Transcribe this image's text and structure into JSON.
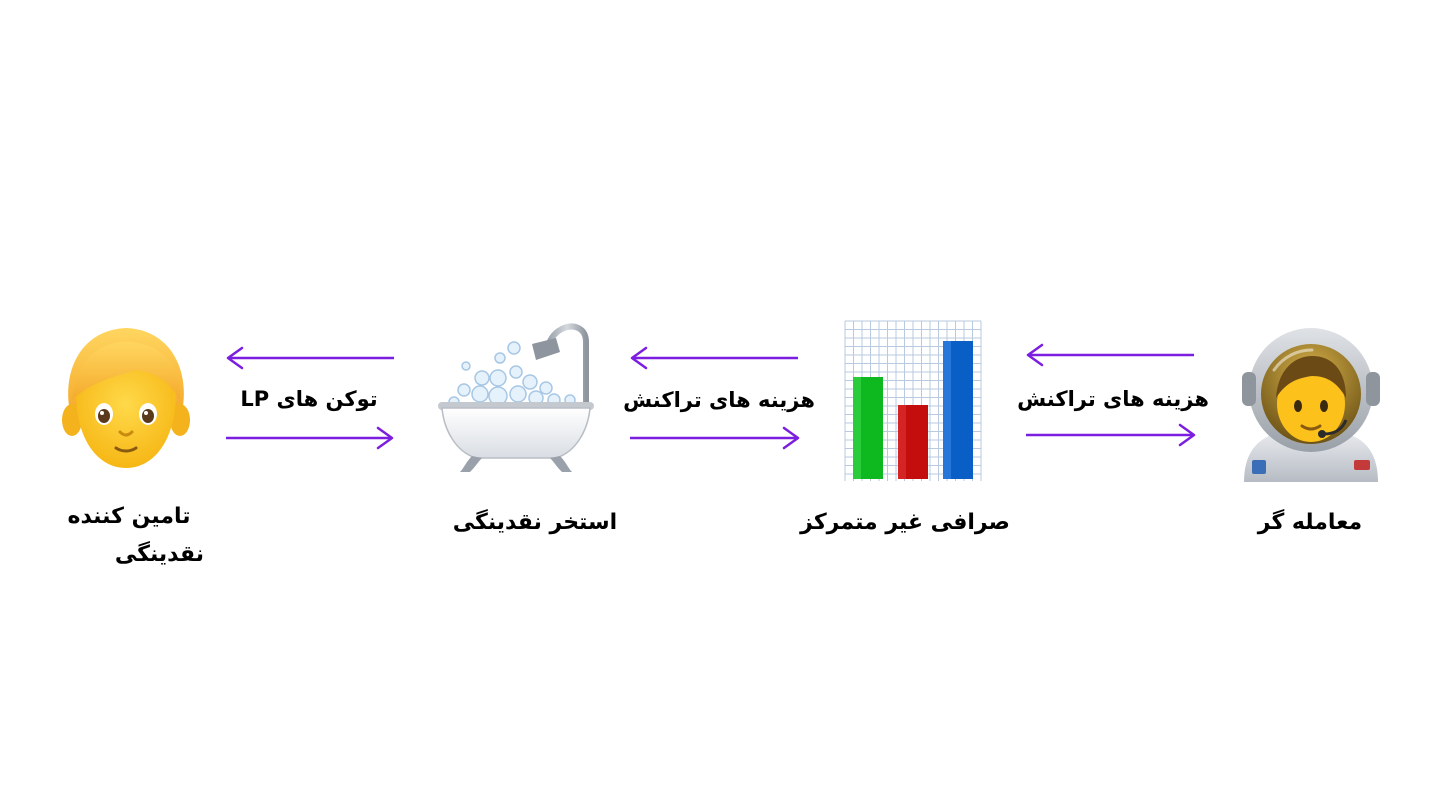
{
  "diagram": {
    "nodes": {
      "liquidity_provider": {
        "label_line1": "تامین کننده",
        "label_line2": "نقدینگی",
        "icon": "person-blond-icon"
      },
      "liquidity_pool": {
        "label": "استخر نقدینگی",
        "icon": "bathtub-icon"
      },
      "dex": {
        "label": "صرافی غیر متمرکز",
        "icon": "bar-chart-icon"
      },
      "trader": {
        "label": "معامله گر",
        "icon": "astronaut-icon"
      }
    },
    "edges": {
      "lp_tokens": {
        "label": "توکن های LP"
      },
      "fees_pool_dex": {
        "label": "هزینه های تراکنش"
      },
      "fees_dex_trader": {
        "label": "هزینه های تراکنش"
      }
    },
    "colors": {
      "arrow": "#7b1ee0",
      "skin": "#fcc21b",
      "hair": "#fdbd3a",
      "bar_green": "#0db91e",
      "bar_red": "#c40d0d",
      "bar_blue": "#0a5fc7",
      "grid": "#b9c9e0"
    }
  }
}
